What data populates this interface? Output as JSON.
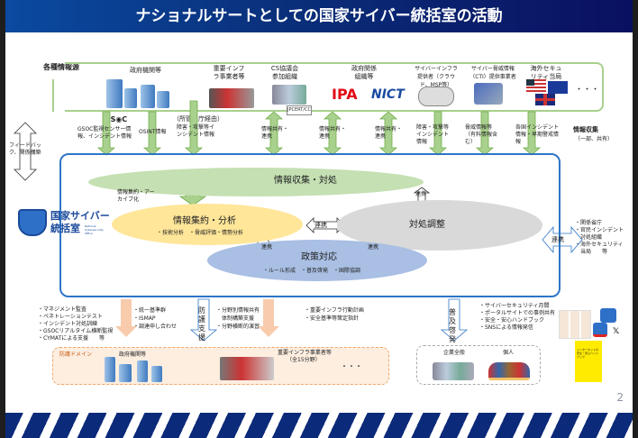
{
  "title": "ナショナルサートとしての国家サイバー統括室の活動",
  "page_number": "2",
  "sources": {
    "label": "各種情報源",
    "items": [
      {
        "name": "政府機関等"
      },
      {
        "name": "重要インフラ事業者等"
      },
      {
        "name": "CS協議会参加組織",
        "logo": "JPCERT/CC"
      },
      {
        "name": "政府関係組織等",
        "logos": [
          "IPA",
          "NICT"
        ]
      },
      {
        "name": "サイバーインフラ提供者（クラウド、MSP等）"
      },
      {
        "name": "サイバー脅威情報（CTI）提供事業者"
      },
      {
        "name": "海外セキュリティ当局"
      }
    ],
    "ellipsis": "・・・",
    "gsoc_logo": "GS◉C",
    "via_ministry": "（所管省庁経由）"
  },
  "flows": [
    {
      "label": "GSOC監視センサー情報、インシデント情報"
    },
    {
      "label": "OSINT情報"
    },
    {
      "label": "障害・攻撃等インシデント情報"
    },
    {
      "label": "情報共有・連携"
    },
    {
      "label": "情報共有・連携"
    },
    {
      "label": "情報共有・連携"
    },
    {
      "label": "障害・攻撃等インシデント情報"
    },
    {
      "label": "脅威情報等（有料情報含む）"
    },
    {
      "label": "各国インシデント情報・早期警戒情報"
    }
  ],
  "info_collection_note": {
    "title": "情報収集",
    "sub": "（一部、共有）"
  },
  "feedback_label": "フィードバック、関係構築",
  "org": {
    "name_line1": "国家サイバー",
    "name_line2": "統括室",
    "english": "National Cybersecurity Office"
  },
  "core": {
    "collect": "情報収集・対処",
    "archive_label": "情報集約・アーカイブ化",
    "analysis": {
      "title": "情報集約・分析",
      "items": "・技術分析　・脅威評価・情勢分析"
    },
    "coordination": {
      "title": "対処調整"
    },
    "policy": {
      "title": "政策対応",
      "items": "・ルール形成　・普及啓発　・国際協調"
    },
    "link_label": "連携"
  },
  "external": {
    "link_label": "連携",
    "items": [
      "・関係省庁",
      "・官民インシデント",
      "　対処組織",
      "・海外セキュリティ",
      "　当局　　等"
    ]
  },
  "bottom": {
    "list1": [
      "・マネジメント監査",
      "・ペネトレーションテスト",
      "・インシデント対処訓練",
      "・GSOCリアルタイム横断監視",
      "・CYMATによる支援　　等"
    ],
    "list2": [
      "・統一基準群",
      "・ISMAP",
      "・調達申し合わせ"
    ],
    "protect_label": "防護支援",
    "list3": [
      "・分野別情報共有",
      "　体制構築支援",
      "・分野横断的演習"
    ],
    "list4": [
      "・重要インフラ行動計画",
      "・安全基準等策定指針"
    ],
    "awareness_label": "普及啓発",
    "list5": [
      "・サイバーセキュリティ月間",
      "・ポータルサイトでの事例共有",
      "・安全・安心ハンドブック",
      "・SNSによる情報発信"
    ],
    "domain": {
      "label": "防護ドメイン",
      "gov": "政府機関等",
      "infra": "重要インフラ事業者等",
      "infra_sub": "（全15分野）",
      "ellipsis": "・・・"
    },
    "people": {
      "company": "企業全般",
      "individual": "個人"
    },
    "handbook_title": "インターネットの安全・安心ハンドブック"
  }
}
